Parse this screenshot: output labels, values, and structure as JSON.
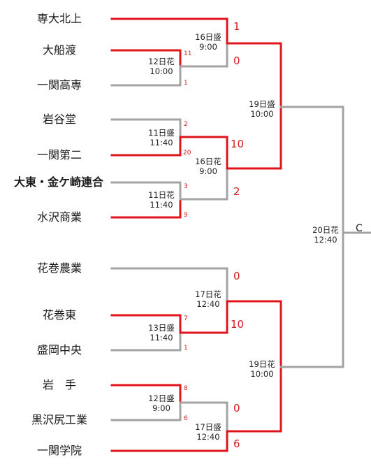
{
  "colors": {
    "win_line": "#e0141a",
    "lose_line": "#a3a3a3",
    "score": "#d41c1c"
  },
  "teams": [
    {
      "name": "専大北上"
    },
    {
      "name": "大船渡"
    },
    {
      "name": "一関高専"
    },
    {
      "name": "岩谷堂"
    },
    {
      "name": "一関第二"
    },
    {
      "name": "大東・金ケ崎連合"
    },
    {
      "name": "水沢商業"
    },
    {
      "name": "花巻農業"
    },
    {
      "name": "花巻東"
    },
    {
      "name": "盛岡中央"
    },
    {
      "name": "岩　手"
    },
    {
      "name": "黒沢尻工業"
    },
    {
      "name": "一関学院"
    }
  ],
  "matches": [
    {
      "round": 1,
      "date": "12日花",
      "time": "10:00",
      "score_top": "11",
      "score_bottom": "1"
    },
    {
      "round": 1,
      "date": "11日盛",
      "time": "11:40",
      "score_top": "2",
      "score_bottom": "20"
    },
    {
      "round": 1,
      "date": "11日花",
      "time": "11:40",
      "score_top": "3",
      "score_bottom": "9"
    },
    {
      "round": 1,
      "date": "13日盛",
      "time": "11:40",
      "score_top": "7",
      "score_bottom": "1"
    },
    {
      "round": 1,
      "date": "12日盛",
      "time": "9:00",
      "score_top": "8",
      "score_bottom": "6"
    },
    {
      "round": 2,
      "date": "16日盛",
      "time": "9:00",
      "score_top": "1",
      "score_bottom": "0"
    },
    {
      "round": 2,
      "date": "16日花",
      "time": "9:00",
      "score_top": "10",
      "score_bottom": "2"
    },
    {
      "round": 2,
      "date": "17日花",
      "time": "12:40",
      "score_top": "0",
      "score_bottom": "10"
    },
    {
      "round": 2,
      "date": "17日盛",
      "time": "12:40",
      "score_top": "0",
      "score_bottom": "6"
    },
    {
      "round": 3,
      "date": "19日盛",
      "time": "10:00"
    },
    {
      "round": 3,
      "date": "19日花",
      "time": "10:00"
    },
    {
      "round": 4,
      "date": "20日花",
      "time": "12:40"
    }
  ],
  "final_label": "C"
}
